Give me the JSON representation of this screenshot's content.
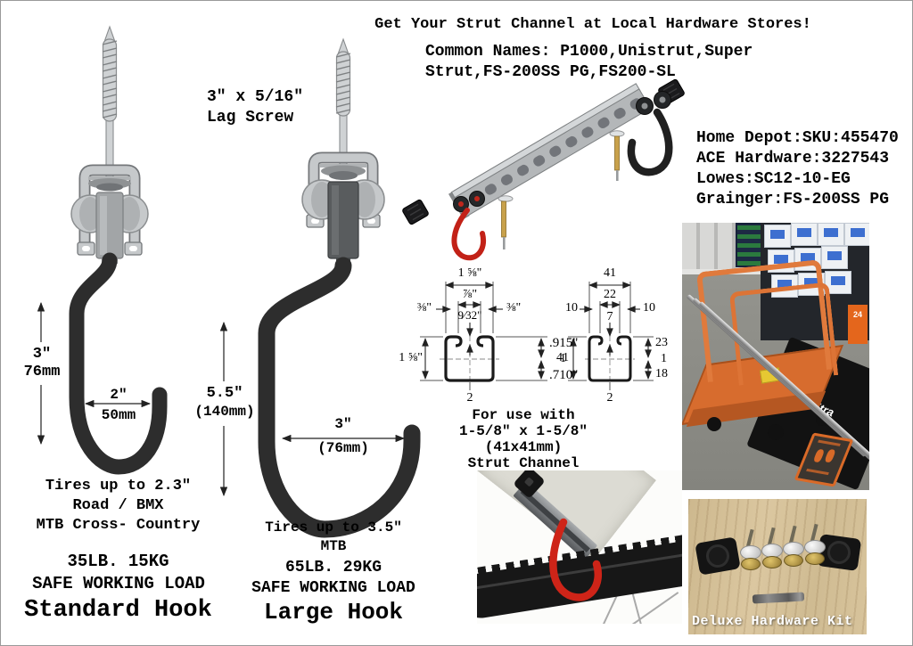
{
  "header": {
    "title": "Get Your Strut Channel at Local Hardware Stores!",
    "common_names_line1": "Common Names: P1000,Unistrut,Super",
    "common_names_line2": "Strut,FS-200SS PG,FS200-SL"
  },
  "lag_screw_note": {
    "line1": "3\" x 5/16\"",
    "line2": "Lag Screw"
  },
  "retailers": {
    "line1": "Home Depot:SKU:455470",
    "line2": "ACE Hardware:3227543",
    "line3": "Lowes:SC12-10-EG",
    "line4": "Grainger:FS-200SS PG"
  },
  "standard_hook": {
    "height_in": "3\"",
    "height_mm": "76mm",
    "width_in": "2\"",
    "width_mm": "50mm",
    "tires_line1": "Tires up to 2.3\"",
    "tires_line2": "Road / BMX",
    "tires_line3": "MTB Cross- Country",
    "load_line1": "35LB. 15KG",
    "load_line2": "SAFE WORKING LOAD",
    "name": "Standard Hook"
  },
  "large_hook": {
    "height_in": "5.5\"",
    "height_mm": "(140mm)",
    "width_in": "3\"",
    "width_mm": "(76mm)",
    "tires_line1": "Tires up to 3.5\"",
    "tires_line2": "MTB",
    "load_line1": "65LB. 29KG",
    "load_line2": "SAFE WORKING LOAD",
    "name": "Large Hook"
  },
  "cross_section_imperial": {
    "top_width": "1 ⅝\"",
    "inner_width": "⅞\"",
    "lip_left": "⅜\"",
    "lip_right": "⅜\"",
    "slot_width": "9⁄32\"",
    "height": "1 ⅝\"",
    "upper_depth": ".915\"",
    "axis_label": "1",
    "lower_depth": ".710\"",
    "bottom_label": "2"
  },
  "cross_section_metric": {
    "top_width": "41",
    "inner_width": "22",
    "lip_left": "10",
    "lip_right": "10",
    "slot_width": "7",
    "height": "41",
    "upper_depth": "23",
    "axis_label": "1",
    "lower_depth": "18",
    "bottom_label": "2"
  },
  "usage_note": {
    "line1": "For use with",
    "line2": "1-5/8\" x 1-5/8\"",
    "line3": "(41x41mm)",
    "line4": "Strut Channel"
  },
  "cart_photo": {
    "banner_text": "ProXtra",
    "sign_text": "24"
  },
  "kit_photo": {
    "caption": "Deluxe Hardware Kit"
  },
  "colors": {
    "hook_black": "#2d2d2d",
    "hook_red": "#c22117",
    "steel_gray": "#c2c5c7",
    "cart_orange": "#e07a3c",
    "wood_tan": "#d3bd96"
  }
}
